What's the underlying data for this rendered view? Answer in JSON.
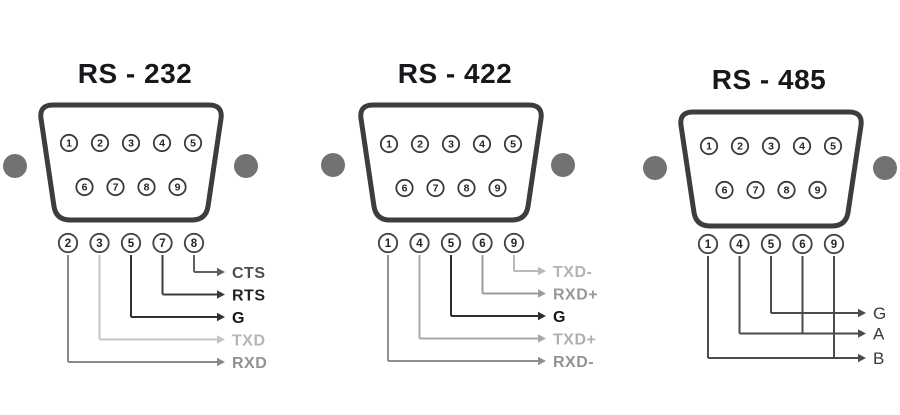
{
  "colors": {
    "background": "#ffffff",
    "connector_stroke": "#3d3d3d",
    "connector_fill": "#ffffff",
    "screw_fill": "#717274",
    "pin_stroke": "#3a3a3a",
    "pin_digit": "#222426",
    "title": "#16181b"
  },
  "panels": [
    {
      "title": "RS - 232",
      "top_pins": [
        "1",
        "2",
        "3",
        "4",
        "5"
      ],
      "bottom_pins": [
        "6",
        "7",
        "8",
        "9"
      ],
      "breakout_pins": [
        "2",
        "3",
        "5",
        "7",
        "8"
      ],
      "wires": [
        {
          "label": "CTS",
          "pins": [
            "8"
          ],
          "line_color": "#5f6063",
          "label_color": "#4b4d52"
        },
        {
          "label": "RTS",
          "pins": [
            "7"
          ],
          "line_color": "#3b3c3f",
          "label_color": "#212327"
        },
        {
          "label": "G",
          "pins": [
            "5"
          ],
          "line_color": "#2f3033",
          "label_color": "#141619"
        },
        {
          "label": "TXD",
          "pins": [
            "3"
          ],
          "line_color": "#c4c4c4",
          "label_color": "#b4b5b7"
        },
        {
          "label": "RXD",
          "pins": [
            "2"
          ],
          "line_color": "#88898b",
          "label_color": "#909297"
        }
      ]
    },
    {
      "title": "RS - 422",
      "top_pins": [
        "1",
        "2",
        "3",
        "4",
        "5"
      ],
      "bottom_pins": [
        "6",
        "7",
        "8",
        "9"
      ],
      "breakout_pins": [
        "1",
        "4",
        "5",
        "6",
        "9"
      ],
      "wires": [
        {
          "label": "TXD-",
          "pins": [
            "9"
          ],
          "line_color": "#b9b9b9",
          "label_color": "#b2b3b5"
        },
        {
          "label": "RXD+",
          "pins": [
            "6"
          ],
          "line_color": "#9c9c9e",
          "label_color": "#97989c"
        },
        {
          "label": "G",
          "pins": [
            "5"
          ],
          "line_color": "#2c2d30",
          "label_color": "#141619"
        },
        {
          "label": "TXD+",
          "pins": [
            "4"
          ],
          "line_color": "#a8a8a8",
          "label_color": "#aeafb1"
        },
        {
          "label": "RXD-",
          "pins": [
            "1"
          ],
          "line_color": "#8f8f91",
          "label_color": "#909297"
        }
      ]
    },
    {
      "title": "RS - 485",
      "top_pins": [
        "1",
        "2",
        "3",
        "4",
        "5"
      ],
      "bottom_pins": [
        "6",
        "7",
        "8",
        "9"
      ],
      "breakout_pins": [
        "1",
        "4",
        "5",
        "6",
        "9"
      ],
      "wires": [
        {
          "label": "G",
          "pins": [
            "5"
          ],
          "line_color": "#4a4b4d",
          "label_color": "#393b3f"
        },
        {
          "label": "A",
          "pins": [
            "4",
            "6"
          ],
          "line_color": "#4a4b4d",
          "label_color": "#393b3f"
        },
        {
          "label": "B",
          "pins": [
            "1",
            "9"
          ],
          "line_color": "#4a4b4d",
          "label_color": "#393b3f"
        }
      ]
    }
  ]
}
